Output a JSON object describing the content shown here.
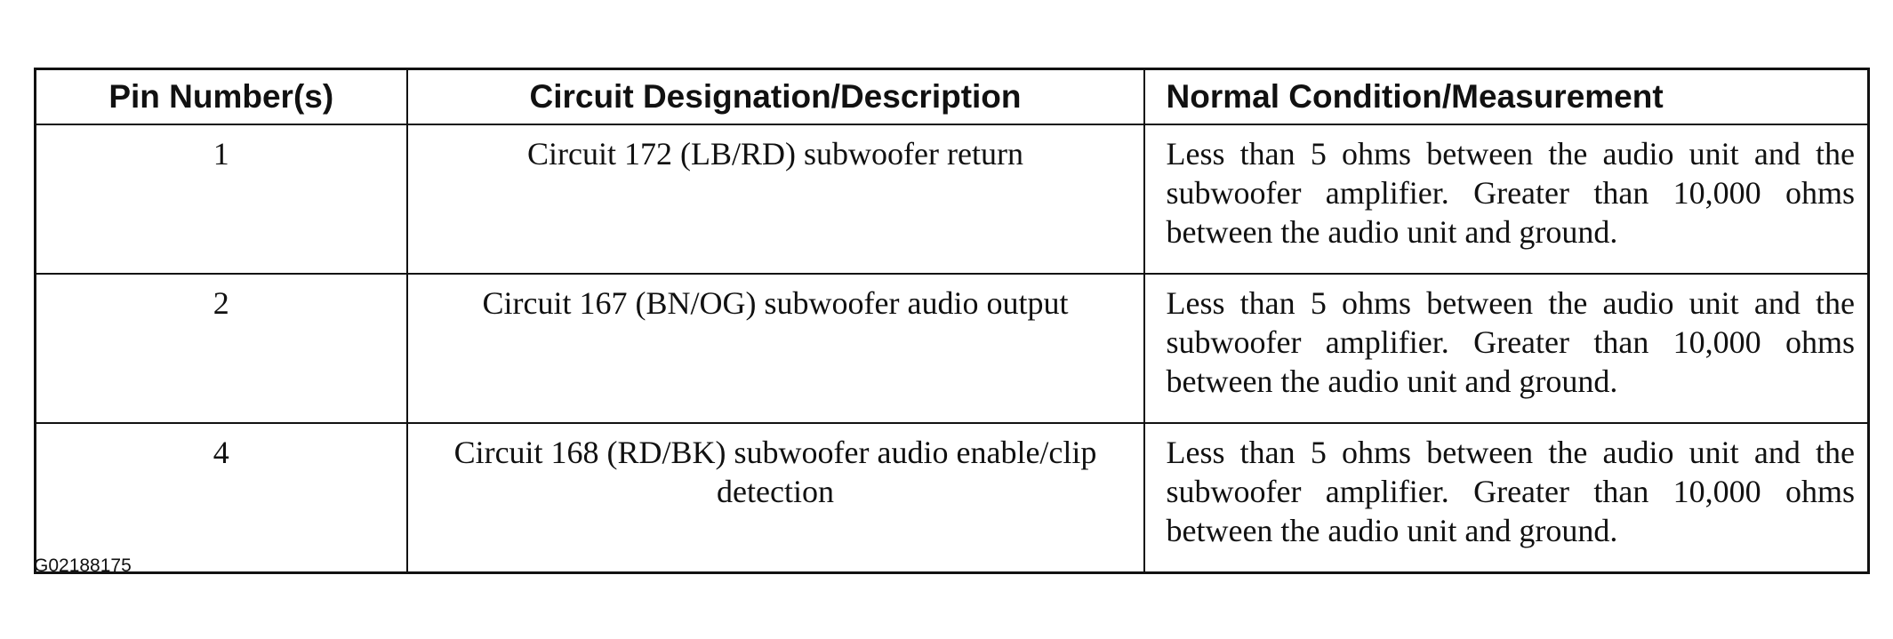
{
  "table": {
    "headers": [
      "Pin Number(s)",
      "Circuit Designation/Description",
      "Normal Condition/Measurement"
    ],
    "rows": [
      {
        "pin": "1",
        "circuit": "Circuit 172 (LB/RD) subwoofer return",
        "measurement": "Less than 5 ohms between the audio unit and the subwoofer amplifier. Greater than 10,000 ohms between the audio unit and ground."
      },
      {
        "pin": "2",
        "circuit": "Circuit 167 (BN/OG) subwoofer audio output",
        "measurement": "Less than 5 ohms between the audio unit and the subwoofer amplifier. Greater than 10,000 ohms between the audio unit and ground."
      },
      {
        "pin": "4",
        "circuit": "Circuit 168 (RD/BK) subwoofer audio enable/clip detection",
        "measurement": "Less than 5 ohms between the audio unit and the subwoofer amplifier. Greater than 10,000 ohms between the audio unit and ground."
      }
    ]
  },
  "figure_code": "G02188175"
}
